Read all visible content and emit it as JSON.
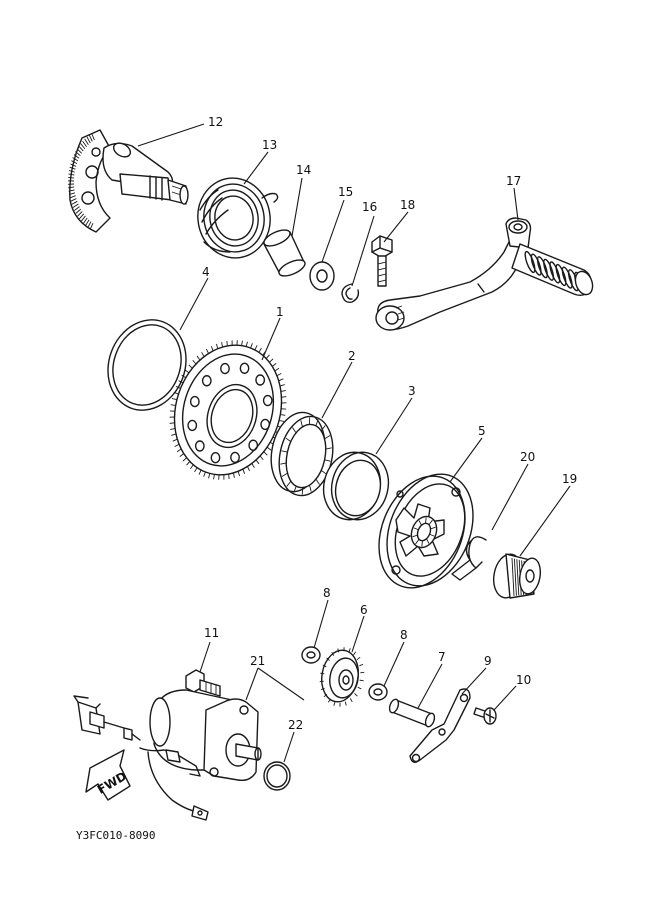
{
  "callouts": {
    "p1": "1",
    "p2": "2",
    "p3": "3",
    "p4": "4",
    "p5": "5",
    "p6": "6",
    "p7": "7",
    "p8a": "8",
    "p8b": "8",
    "p9": "9",
    "p10": "10",
    "p11": "11",
    "p12": "12",
    "p13": "13",
    "p14": "14",
    "p15": "15",
    "p16": "16",
    "p17": "17",
    "p18": "18",
    "p19": "19",
    "p20": "20",
    "p21": "21",
    "p22": "22"
  },
  "arrow_label": "FWD",
  "diagram_code": "Y3FC010-8090"
}
